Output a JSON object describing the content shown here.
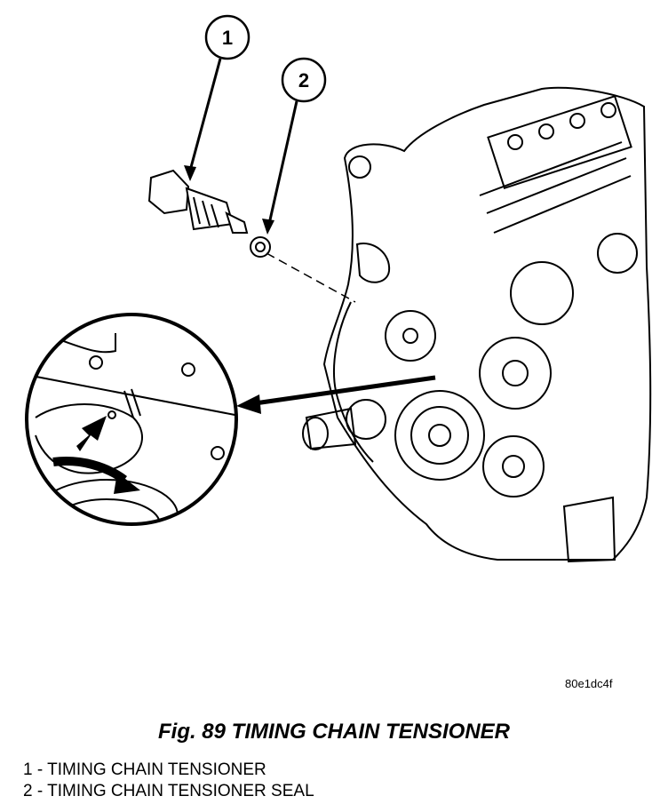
{
  "callouts": [
    {
      "number": "1"
    },
    {
      "number": "2"
    }
  ],
  "image_code": "80e1dc4f",
  "caption": "Fig. 89 TIMING CHAIN TENSIONER",
  "legend": [
    "1 - TIMING CHAIN TENSIONER",
    "2 - TIMING CHAIN TENSIONER SEAL"
  ]
}
